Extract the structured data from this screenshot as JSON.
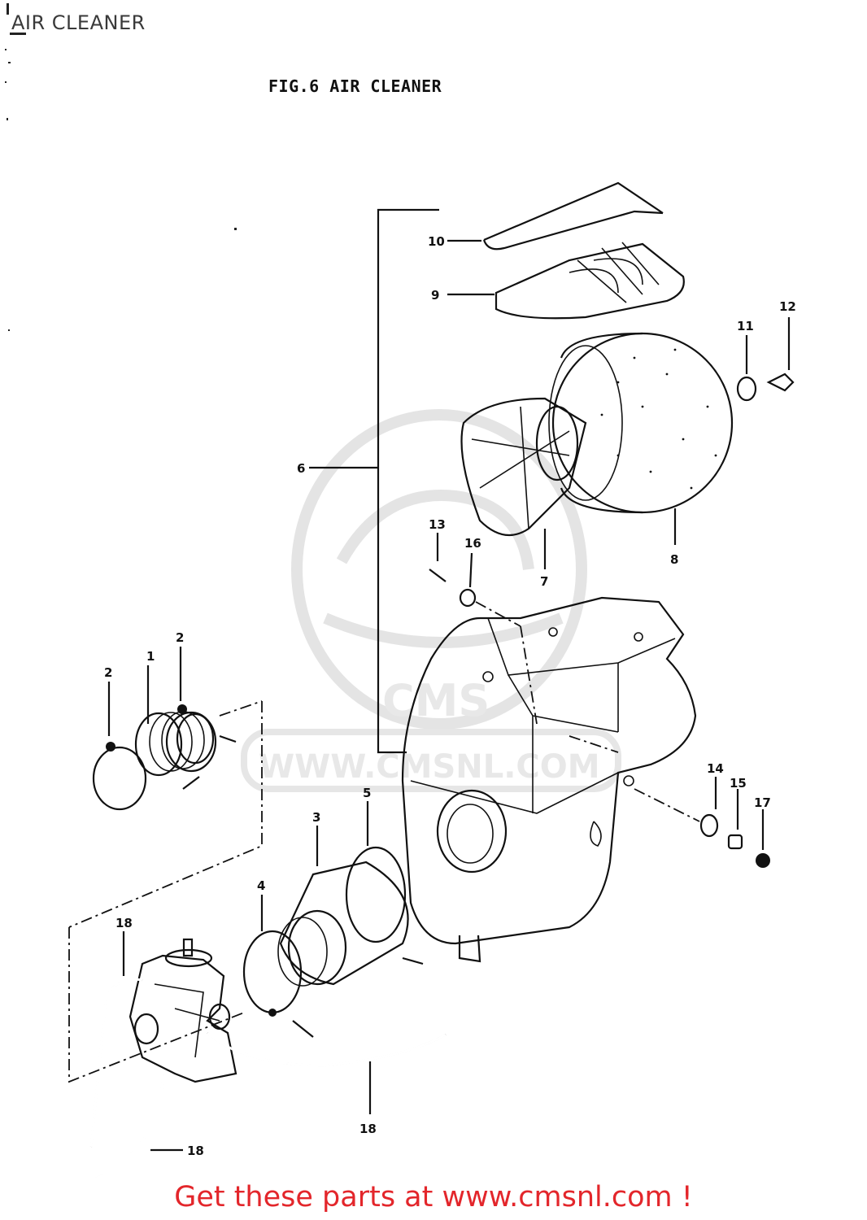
{
  "page_title": "AIR CLEANER",
  "figure_title": "FIG.6  AIR CLEANER",
  "watermark": {
    "logo_text": "CMS",
    "url_text": "WWW.CMSNL.COM"
  },
  "part_labels": {
    "p1": "1",
    "p2a": "2",
    "p2b": "2",
    "p3": "3",
    "p4": "4",
    "p5": "5",
    "p6": "6",
    "p7": "7",
    "p8": "8",
    "p9": "9",
    "p10": "10",
    "p11": "11",
    "p12": "12",
    "p13": "13",
    "p14": "14",
    "p15": "15",
    "p16": "16",
    "p17": "17",
    "p18a": "18",
    "p18b": "18",
    "p18c": "18"
  },
  "footer": {
    "link_text": "Get these parts at www.cmsnl.com !"
  },
  "colors": {
    "footer_link": "#e3262b",
    "line_art": "#111111",
    "watermark": "#e4e4e4"
  }
}
